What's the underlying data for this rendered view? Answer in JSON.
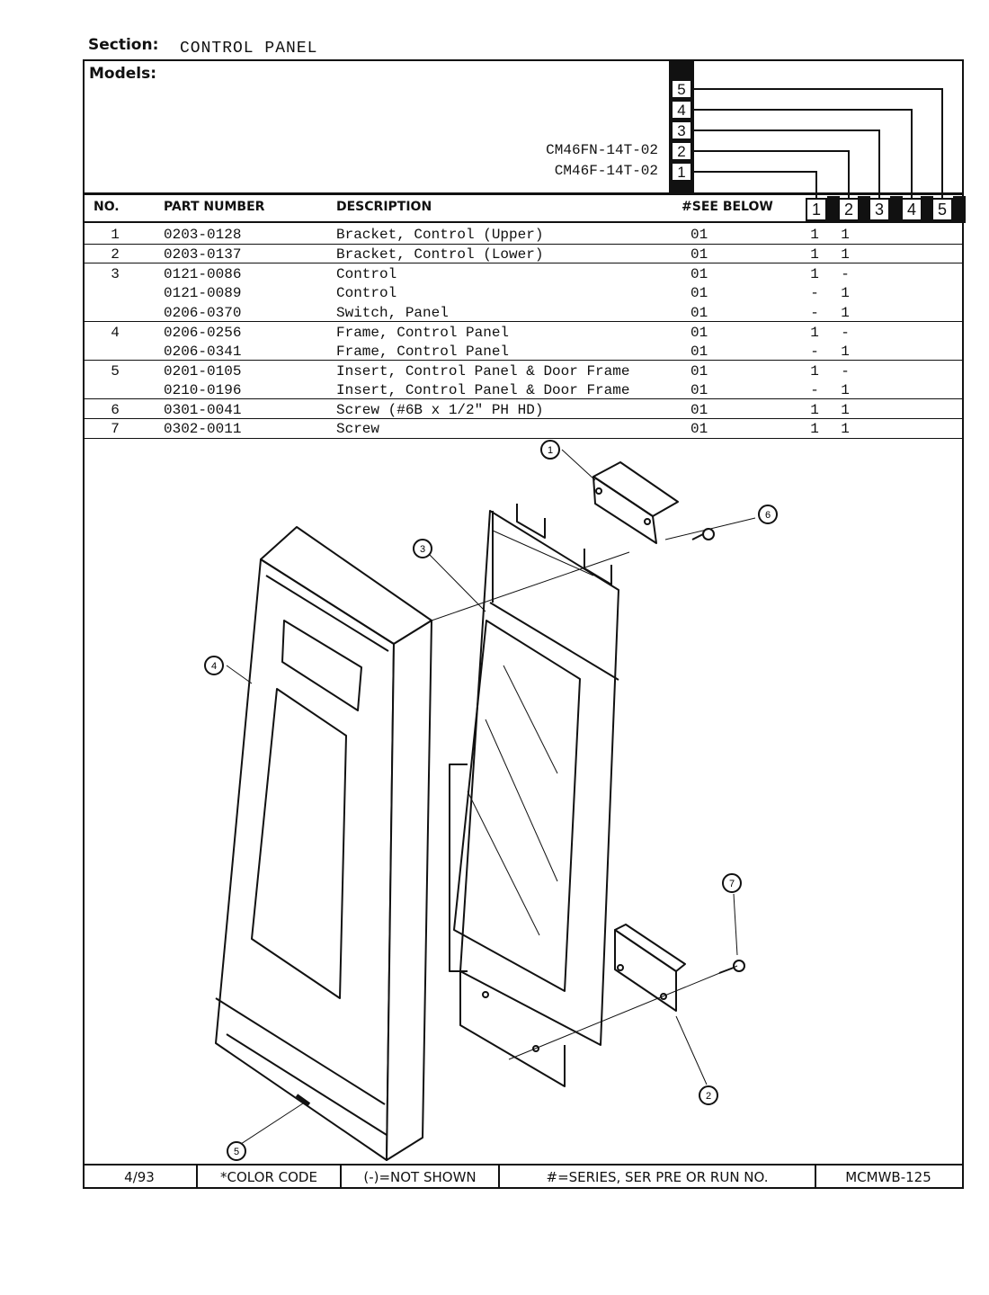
{
  "section": {
    "label": "Section:",
    "value": "CONTROL PANEL"
  },
  "models": {
    "label": "Models:",
    "boxes": [
      "5",
      "4",
      "3",
      "2",
      "1"
    ],
    "names": [
      "CM46FN-14T-02",
      "CM46F-14T-02"
    ]
  },
  "table": {
    "headers": {
      "no": "NO.",
      "part_number": "PART NUMBER",
      "description": "DESCRIPTION",
      "see_below": "#SEE BELOW"
    },
    "model_cols": [
      "1",
      "2",
      "3",
      "4",
      "5"
    ],
    "rows": [
      {
        "no": "1",
        "pn": "0203-0128",
        "desc": "Bracket, Control (Upper)",
        "sb": "01",
        "m1": "1",
        "m2": "1"
      },
      {
        "no": "2",
        "pn": "0203-0137",
        "desc": "Bracket, Control (Lower)",
        "sb": "01",
        "m1": "1",
        "m2": "1"
      },
      {
        "no": "3",
        "pn": "0121-0086",
        "desc": "Control",
        "sb": "01",
        "m1": "1",
        "m2": "-"
      },
      {
        "no": "",
        "pn": "0121-0089",
        "desc": "Control",
        "sb": "01",
        "m1": "-",
        "m2": "1"
      },
      {
        "no": "",
        "pn": "0206-0370",
        "desc": "Switch, Panel",
        "sb": "01",
        "m1": "-",
        "m2": "1"
      },
      {
        "no": "4",
        "pn": "0206-0256",
        "desc": "Frame, Control Panel",
        "sb": "01",
        "m1": "1",
        "m2": "-"
      },
      {
        "no": "",
        "pn": "0206-0341",
        "desc": "Frame, Control Panel",
        "sb": "01",
        "m1": "-",
        "m2": "1"
      },
      {
        "no": "5",
        "pn": "0201-0105",
        "desc": "Insert, Control Panel & Door Frame",
        "sb": "01",
        "m1": "1",
        "m2": "-"
      },
      {
        "no": "",
        "pn": "0210-0196",
        "desc": "Insert, Control Panel & Door Frame",
        "sb": "01",
        "m1": "-",
        "m2": "1"
      },
      {
        "no": "6",
        "pn": "0301-0041",
        "desc": "Screw (#6B x 1/2\" PH HD)",
        "sb": "01",
        "m1": "1",
        "m2": "1"
      },
      {
        "no": "7",
        "pn": "0302-0011",
        "desc": "Screw",
        "sb": "01",
        "m1": "1",
        "m2": "1"
      }
    ]
  },
  "callouts": [
    "1",
    "2",
    "3",
    "4",
    "5",
    "6",
    "7"
  ],
  "footer": {
    "date": "4/93",
    "color_code": "*COLOR CODE",
    "not_shown": "(-)=NOT SHOWN",
    "series": "#=SERIES, SER PRE OR RUN NO.",
    "doc_no": "MCMWB-125"
  }
}
